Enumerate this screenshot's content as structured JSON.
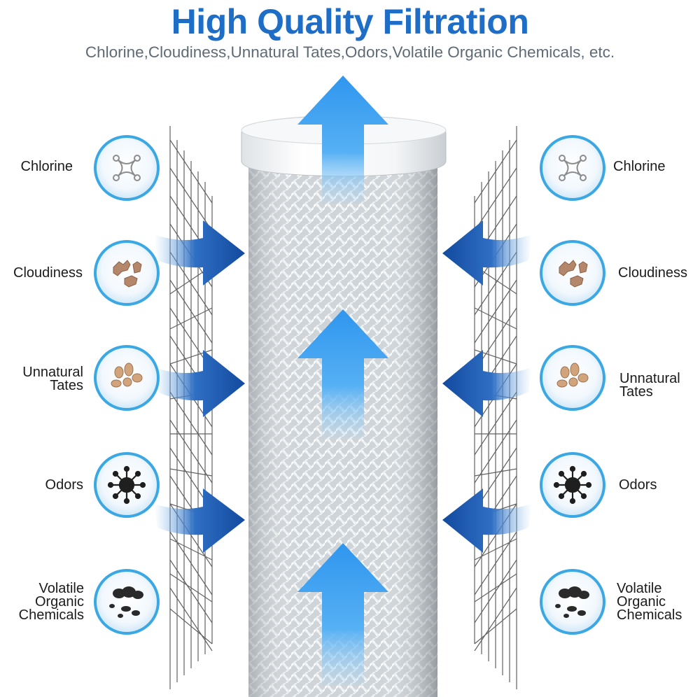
{
  "title": "High Quality Filtration",
  "subtitle": "Chlorine,Cloudiness,Unnatural Tates,Odors,Volatile Organic Chemicals, etc.",
  "contaminants": [
    {
      "label": "Chlorine",
      "icon": "chlorine-molecule-icon"
    },
    {
      "label": "Cloudiness",
      "icon": "cloudiness-particles-icon"
    },
    {
      "label": "Unnatural\nTates",
      "icon": "taste-particles-icon"
    },
    {
      "label": "Odors",
      "icon": "odor-germ-icon"
    },
    {
      "label": "Volatile\nOrganic\nChemicals",
      "icon": "chemicals-smoke-icon"
    }
  ],
  "colors": {
    "title": "#1e6ec8",
    "subtitle": "#5e6a76",
    "dark_arrow": "#1550a8",
    "light_arrow": "#3aa0ee",
    "badge_ring": "#3ba8e4"
  }
}
